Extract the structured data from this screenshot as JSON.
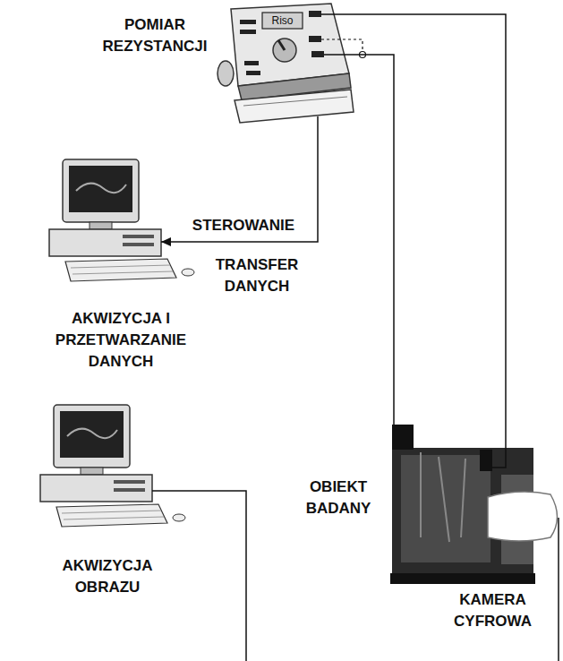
{
  "diagram": {
    "nodes": [
      {
        "text": [
          "POMIAR REZYSTANCJI"
        ]
      },
      {
        "text": [
          "AKWIZYCJA I PRZETWARZANIE DANYCH"
        ]
      },
      {
        "text": [
          "AKWIZYCJA OBRAZU"
        ]
      },
      {
        "text": [
          "OBIEKT BADANY"
        ]
      },
      {
        "text": [
          "KAMERA CYFROWA"
        ]
      }
    ],
    "edges": [
      {
        "from": 0,
        "to": 1,
        "arrow": "to",
        "label": "STEROWANIE"
      },
      {
        "from": 0,
        "to": 3,
        "arrow": "none"
      },
      {
        "from": 0,
        "to": 3,
        "arrow": "none"
      }
    ],
    "labels": [
      "TRANSFER DANYCH",
      "Riso"
    ]
  }
}
